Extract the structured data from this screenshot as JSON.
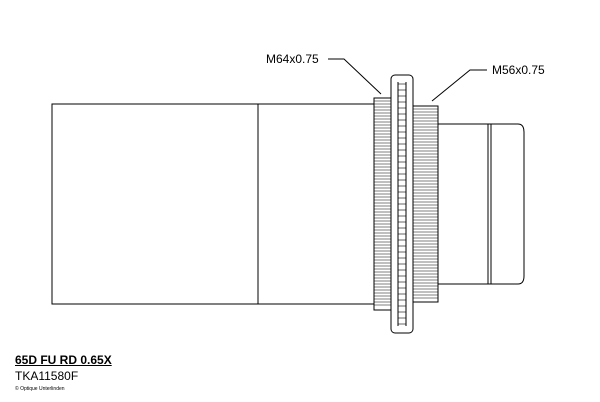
{
  "labels": {
    "thread_left": "M64x0.75",
    "thread_right": "M56x0.75"
  },
  "product": {
    "name": "65D FU RD 0.65X",
    "code": "TKA11580F"
  },
  "copyright": "© Optique Unterlinden",
  "colors": {
    "stroke": "#000000",
    "background": "#ffffff"
  }
}
